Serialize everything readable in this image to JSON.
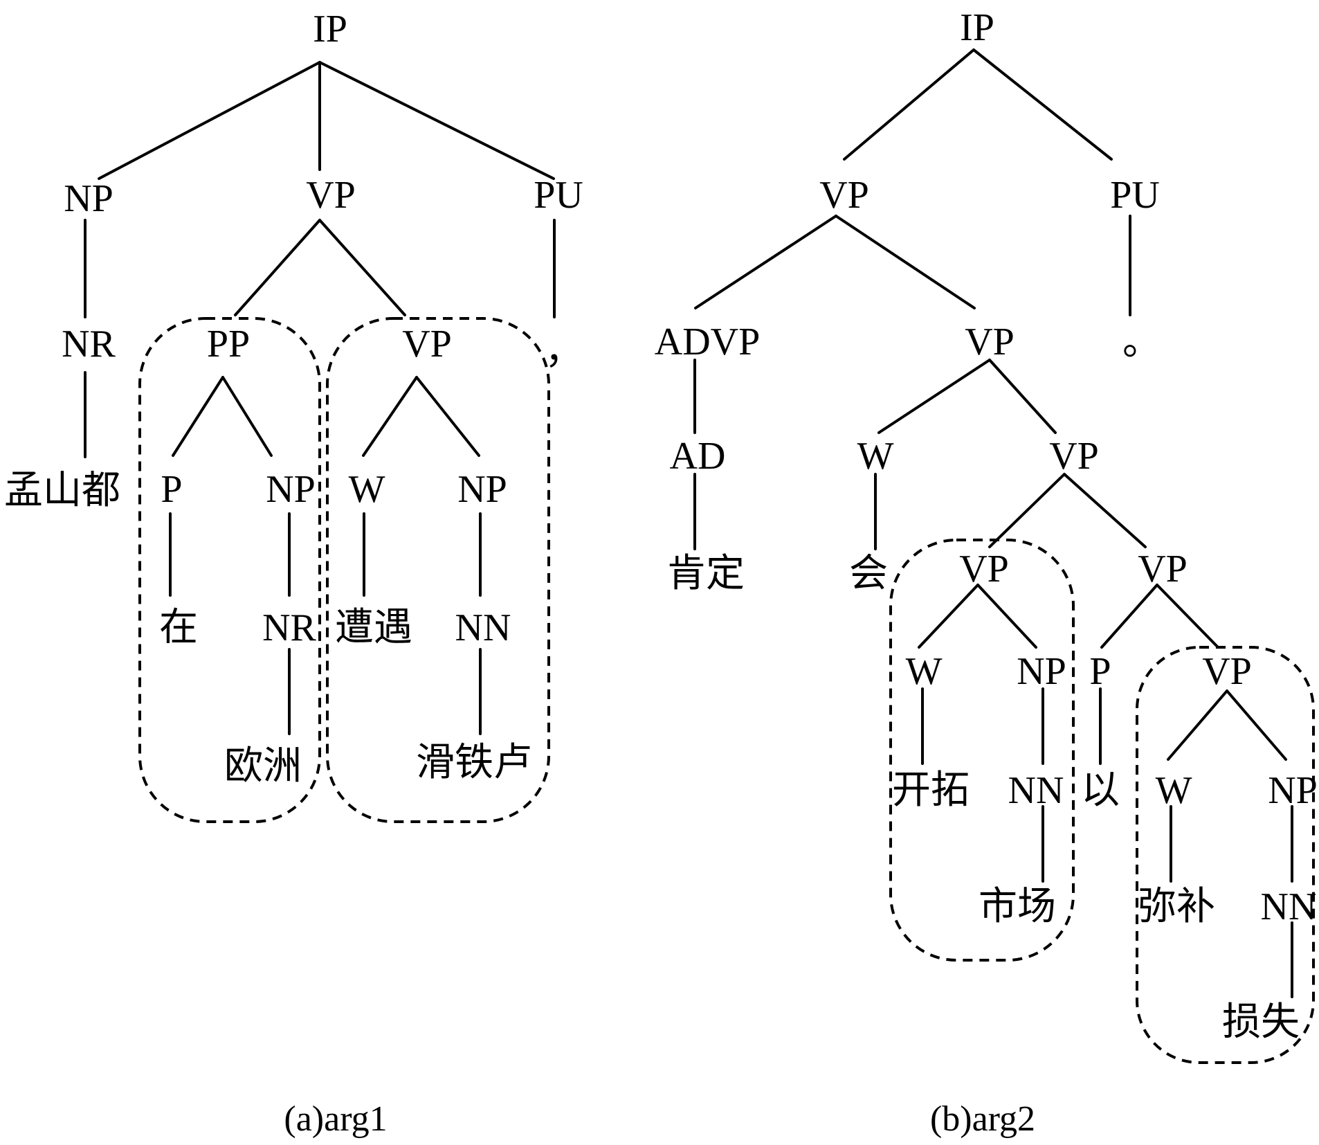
{
  "trees": [
    {
      "caption": "(a)arg1",
      "nodes": [
        {
          "id": "a_ip",
          "label": "IP"
        },
        {
          "id": "a_np",
          "label": "NP"
        },
        {
          "id": "a_vp",
          "label": "VP"
        },
        {
          "id": "a_pu",
          "label": "PU"
        },
        {
          "id": "a_nr",
          "label": "NR"
        },
        {
          "id": "a_word1",
          "label": "孟山都"
        },
        {
          "id": "a_pp",
          "label": "PP"
        },
        {
          "id": "a_vp2",
          "label": "VP"
        },
        {
          "id": "a_comma",
          "label": "，"
        },
        {
          "id": "a_p",
          "label": "P"
        },
        {
          "id": "a_np2",
          "label": "NP"
        },
        {
          "id": "a_vv",
          "label": "W"
        },
        {
          "id": "a_np3",
          "label": "NP"
        },
        {
          "id": "a_zai",
          "label": "在"
        },
        {
          "id": "a_nr2",
          "label": "NR"
        },
        {
          "id": "a_zaoyu",
          "label": "遭遇"
        },
        {
          "id": "a_nn",
          "label": "NN"
        },
        {
          "id": "a_ouzhou",
          "label": "欧洲"
        },
        {
          "id": "a_hua",
          "label": "滑铁卢"
        }
      ]
    },
    {
      "caption": "(b)arg2",
      "nodes": [
        {
          "id": "b_ip",
          "label": "IP"
        },
        {
          "id": "b_vp",
          "label": "VP"
        },
        {
          "id": "b_pu",
          "label": "PU"
        },
        {
          "id": "b_advp",
          "label": "ADVP"
        },
        {
          "id": "b_vp2",
          "label": "VP"
        },
        {
          "id": "b_period",
          "label": "。"
        },
        {
          "id": "b_ad",
          "label": "AD"
        },
        {
          "id": "b_vv1",
          "label": "W"
        },
        {
          "id": "b_vp3",
          "label": "VP"
        },
        {
          "id": "b_kending",
          "label": "肯定"
        },
        {
          "id": "b_hui",
          "label": "会"
        },
        {
          "id": "b_vp4",
          "label": "VP"
        },
        {
          "id": "b_vp5",
          "label": "VP"
        },
        {
          "id": "b_vv2",
          "label": "W"
        },
        {
          "id": "b_np",
          "label": "NP"
        },
        {
          "id": "b_p",
          "label": "P"
        },
        {
          "id": "b_vp6",
          "label": "VP"
        },
        {
          "id": "b_kaituo",
          "label": "开拓"
        },
        {
          "id": "b_nn",
          "label": "NN"
        },
        {
          "id": "b_yi",
          "label": "以"
        },
        {
          "id": "b_vv3",
          "label": "W"
        },
        {
          "id": "b_np2",
          "label": "NP"
        },
        {
          "id": "b_shichang",
          "label": "市场"
        },
        {
          "id": "b_mibu",
          "label": "弥补"
        },
        {
          "id": "b_nn2",
          "label": "NN"
        },
        {
          "id": "b_sunshi",
          "label": "损失"
        }
      ]
    }
  ]
}
